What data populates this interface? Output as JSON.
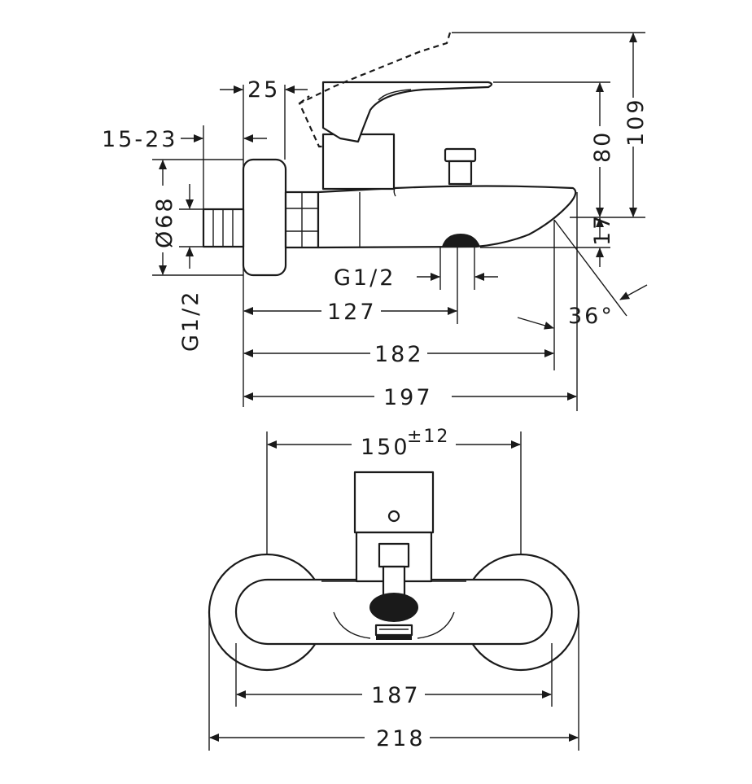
{
  "dimensions": {
    "d25": "25",
    "d15_23": "15-23",
    "d68": "Ø68",
    "g12_vertical": "G1/2",
    "g12_spout": "G1/2",
    "d127": "127",
    "d182": "182",
    "d197": "197",
    "d80": "80",
    "d109": "109",
    "d17": "17",
    "angle36": "36°",
    "d150": "150",
    "d150_tol": "±12",
    "d187": "187",
    "d218": "218"
  }
}
